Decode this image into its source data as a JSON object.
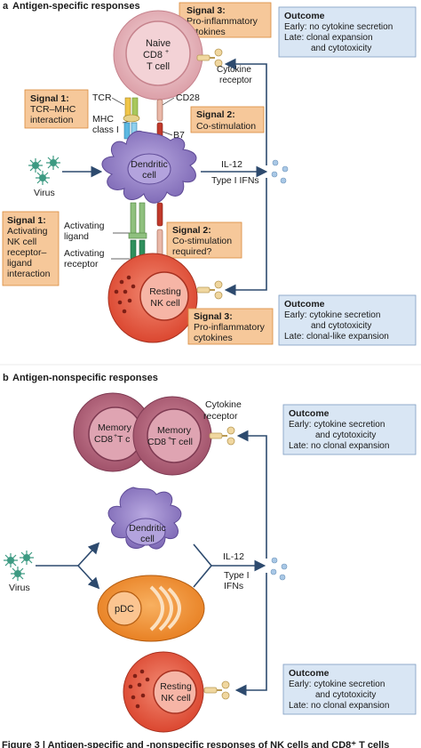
{
  "panel_a": {
    "letter": "a",
    "title": "Antigen-specific responses",
    "cell_labels": {
      "naive_cd8_line1": "Naive",
      "naive_cd8_line2": "CD8",
      "naive_cd8_sup": "+",
      "naive_cd8_line3": "T cell",
      "dendritic_line1": "Dendritic",
      "dendritic_line2": "cell",
      "nk_line1": "Resting",
      "nk_line2": "NK cell",
      "virus": "Virus"
    },
    "receptor_labels": {
      "tcr": "TCR",
      "cd28": "CD28",
      "mhc_line1": "MHC",
      "mhc_line2": "class I",
      "b7": "B7",
      "cytokine_receptor_line1": "Cytokine",
      "cytokine_receptor_line2": "receptor",
      "activating_ligand_line1": "Activating",
      "activating_ligand_line2": "ligand",
      "activating_receptor_line1": "Activating",
      "activating_receptor_line2": "receptor",
      "il12": "IL-12",
      "type1_ifns": "Type I IFNs"
    },
    "signal_boxes": {
      "s3_top_title": "Signal 3:",
      "s3_top_line1": "Pro-inflammatory",
      "s3_top_line2": "cytokines",
      "s1_tcr_title": "Signal 1:",
      "s1_tcr_line1": "TCR–MHC",
      "s1_tcr_line2": "interaction",
      "s2_cost_title": "Signal 2:",
      "s2_cost_line1": "Co-stimulation",
      "s1_nk_title": "Signal 1:",
      "s1_nk_line1": "Activating",
      "s1_nk_line2": "NK cell",
      "s1_nk_line3": "receptor–",
      "s1_nk_line4": "ligand",
      "s1_nk_line5": "interaction",
      "s2_nk_title": "Signal 2:",
      "s2_nk_line1": "Co-stimulation",
      "s2_nk_line2": "required?",
      "s3_nk_title": "Signal 3:",
      "s3_nk_line1": "Pro-inflammatory",
      "s3_nk_line2": "cytokines"
    },
    "outcome_t": {
      "title": "Outcome",
      "line1": "Early: no cytokine secretion",
      "line2": "Late:  clonal expansion",
      "line3": "and cytotoxicity"
    },
    "outcome_nk": {
      "title": "Outcome",
      "line1": "Early: cytokine secretion",
      "line2": "and cytotoxicity",
      "line3": "Late:  clonal-like expansion"
    }
  },
  "panel_b": {
    "letter": "b",
    "title": "Antigen-nonspecific responses",
    "cell_labels": {
      "memory_line1": "Memory",
      "memory_line2": "CD8",
      "memory_sup": "+",
      "memory_line2_suffix": " T cell",
      "back_line1": "Memory",
      "back_line2": "CD8",
      "back_sup": "+",
      "back_line2_suffix": " T c",
      "dendritic_line1": "Dendritic",
      "dendritic_line2": "cell",
      "pdc": "pDC",
      "nk_line1": "Resting",
      "nk_line2": "NK cell",
      "virus": "Virus"
    },
    "cytokine_receptor_line1": "Cytokine",
    "cytokine_receptor_line2": "receptor",
    "il12": "IL-12",
    "type1_line1": "Type I",
    "type1_line2": "IFNs",
    "outcome_top": {
      "title": "Outcome",
      "line1": "Early: cytokine secretion",
      "line2": "and cytotoxicity",
      "line3": "Late:  no clonal expansion"
    },
    "outcome_bottom": {
      "title": "Outcome",
      "line1": "Early: cytokine secretion",
      "line2": "and cytotoxicity",
      "line3": "Late:  no clonal expansion"
    }
  },
  "caption": "Figure 3 | Antigen-specific and -nonspecific responses of NK cells and CD8⁺ T cells",
  "colors": {
    "signal_box_fill": "#f6c89a",
    "signal_box_stroke": "#d98a3c",
    "outcome_fill": "#d9e6f4",
    "outcome_stroke": "#7d9bc0",
    "arrow": "#2d4a6e",
    "tcell": "#e6b8bd",
    "tcell_nucleus": "#f0cdd1",
    "memory": "#c0768a",
    "dc": "#9a86c8",
    "nk": "#e25a43",
    "pdc": "#f08a2c",
    "cytokine_dot": "#a9c8e6",
    "virus": "#3d9a82"
  }
}
